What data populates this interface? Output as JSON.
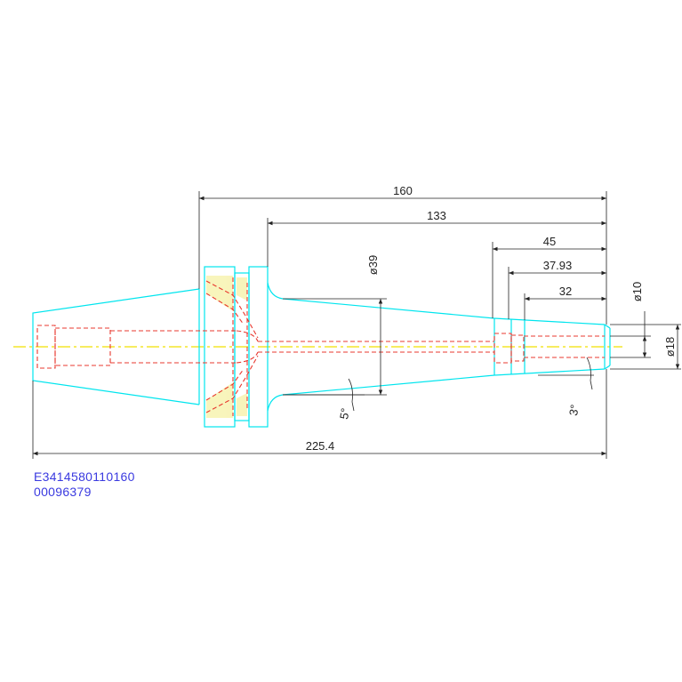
{
  "drawing": {
    "dimensions": {
      "d160": "160",
      "d133": "133",
      "d45": "45",
      "d37_93": "37.93",
      "d32": "32",
      "d225_4": "225.4",
      "dia39": "ø39",
      "dia10": "ø10",
      "dia18": "ø18",
      "ang5": "5°",
      "ang3": "3°"
    },
    "part_codes": {
      "line1": "E3414580110160",
      "line2": "00096379"
    },
    "colors": {
      "outline": "#00e5ee",
      "hidden": "#e8382f",
      "centerline": "#f2e000",
      "dimension": "#222222",
      "code_text": "#3a3ae0"
    }
  }
}
